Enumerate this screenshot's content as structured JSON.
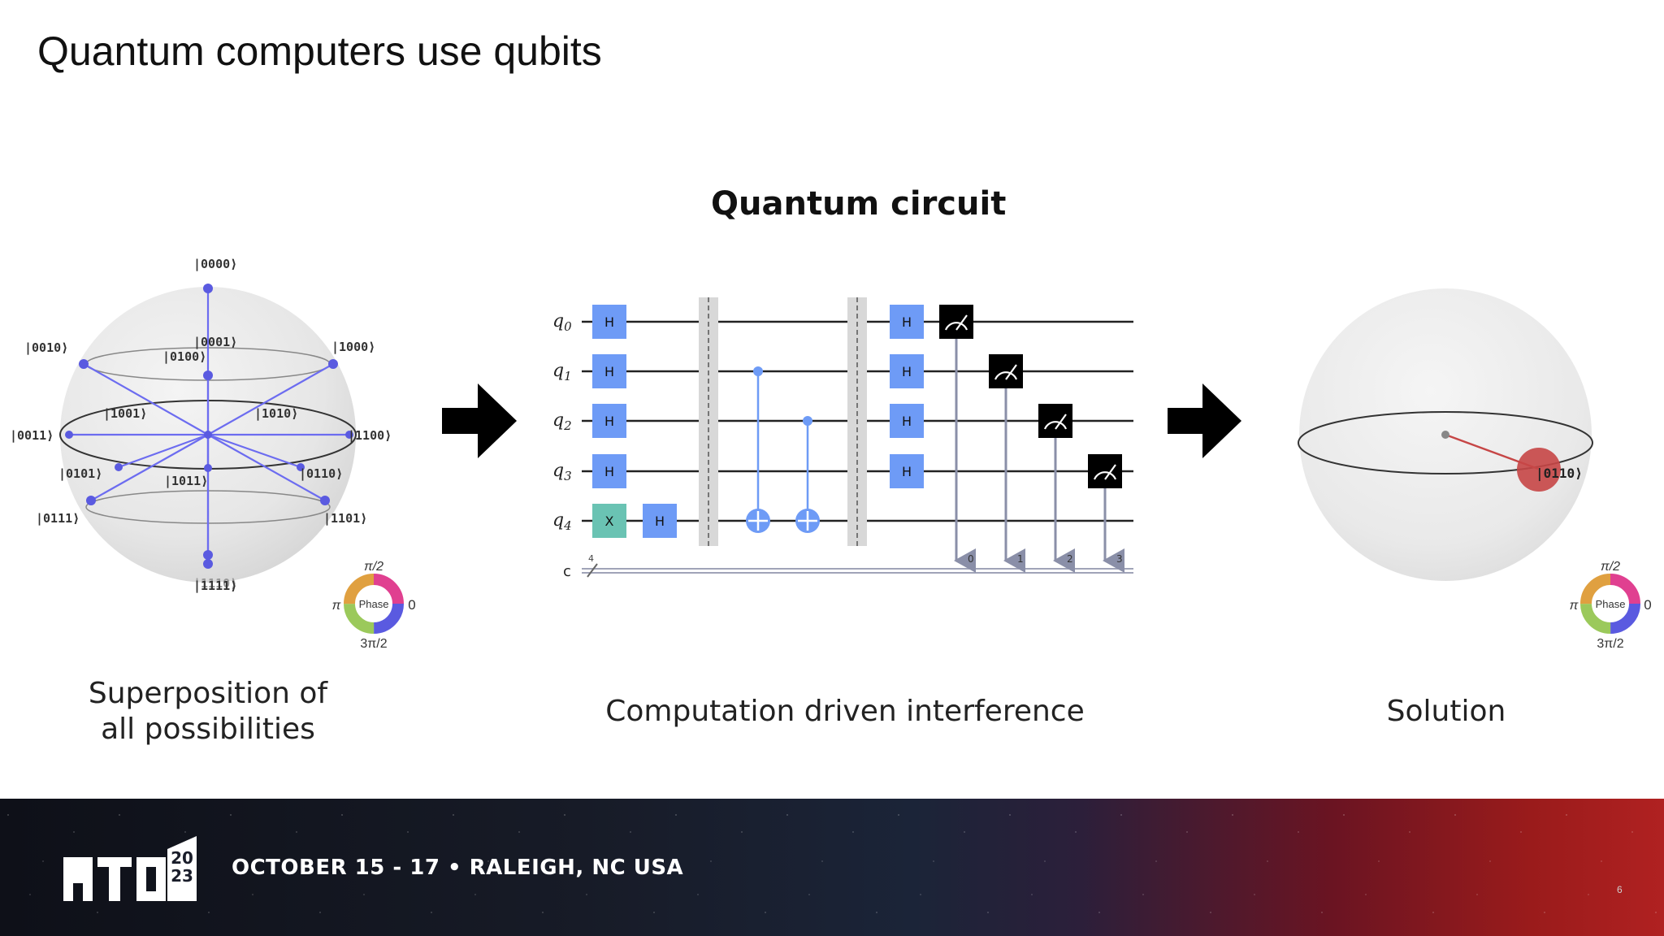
{
  "slide": {
    "title": "Quantum computers use qubits",
    "page_number": "6"
  },
  "left_panel": {
    "states": [
      "|0000⟩",
      "|0001⟩",
      "|0010⟩",
      "|0100⟩",
      "|1000⟩",
      "|1001⟩",
      "|1010⟩",
      "|0011⟩",
      "|1100⟩",
      "|0101⟩",
      "|1011⟩",
      "|0110⟩",
      "|0111⟩",
      "|1101⟩",
      "|1110⟩",
      "|1111⟩"
    ],
    "caption_line1": "Superposition of",
    "caption_line2": "all possibilities",
    "phase_wheel": {
      "top": "π/2",
      "left": "π",
      "right": "0",
      "bottom": "3π/2",
      "center": "Phase"
    }
  },
  "middle_panel": {
    "title": "Quantum circuit",
    "qubit_labels": [
      "q",
      "q",
      "q",
      "q",
      "q"
    ],
    "qubit_subscripts": [
      "0",
      "1",
      "2",
      "3",
      "4"
    ],
    "classical_label": "c",
    "classical_count": "4",
    "gate_h": "H",
    "gate_x": "X",
    "measure_indices": [
      "0",
      "1",
      "2",
      "3"
    ],
    "caption": "Computation driven interference"
  },
  "right_panel": {
    "state": "|0110⟩",
    "caption": "Solution",
    "phase_wheel": {
      "top": "π/2",
      "left": "π",
      "right": "0",
      "bottom": "3π/2",
      "center": "Phase"
    }
  },
  "footer": {
    "logo_text": "ATO",
    "logo_year_top": "20",
    "logo_year_bottom": "23",
    "date_location": "OCTOBER 15 - 17 • RALEIGH, NC USA"
  },
  "colors": {
    "gate_blue": "#6e9bf6",
    "gate_teal": "#6ac3b3",
    "qsphere_blue": "#5a5ae0",
    "solution_red": "#c64646"
  }
}
